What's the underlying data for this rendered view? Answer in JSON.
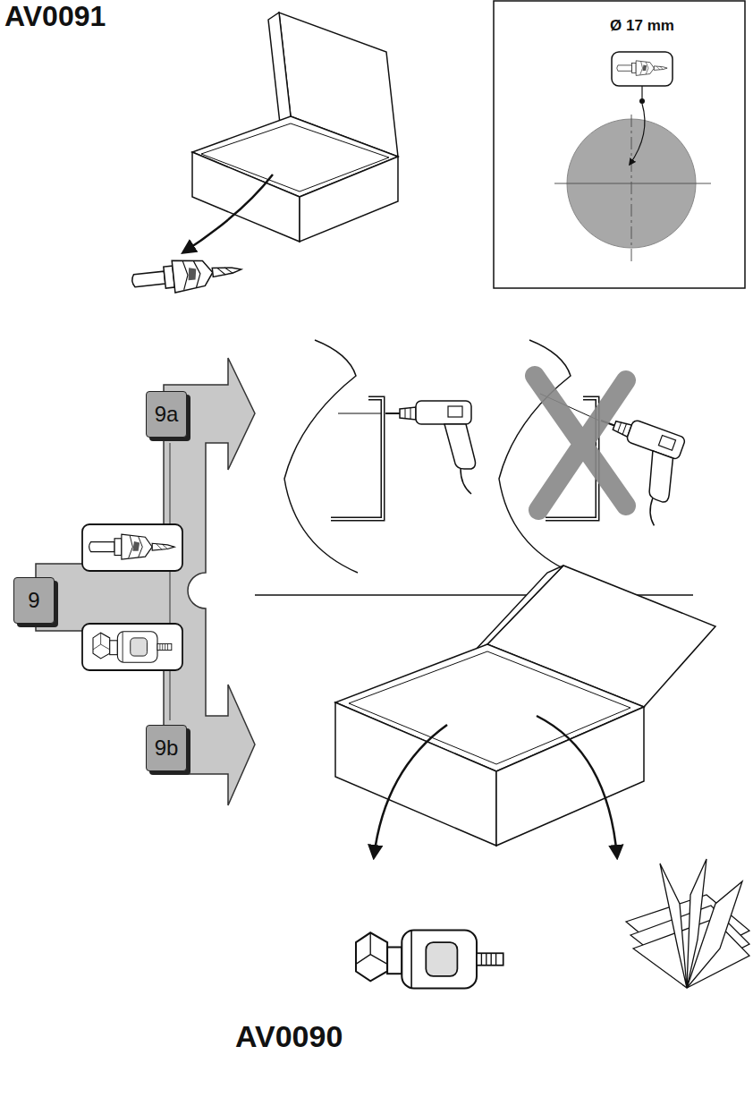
{
  "diagram": {
    "nodes": [
      {
        "text": [
          "9a"
        ]
      },
      {
        "text": [
          "9"
        ]
      },
      {
        "text": [
          "9b"
        ]
      }
    ],
    "labels": [
      "AV0091",
      "Ø 17 mm",
      "AV0090"
    ]
  }
}
